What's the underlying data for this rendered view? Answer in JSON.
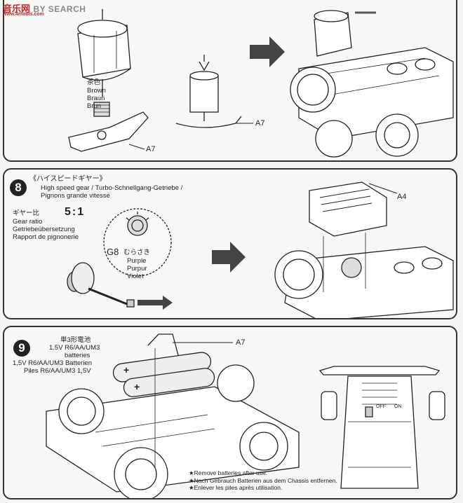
{
  "watermark": {
    "logo_text": "音乐网",
    "brand_suffix": "BY SEARCH",
    "url": "www.4mobis.com"
  },
  "step7": {
    "color_jp": "茶色",
    "color_en": "Brown",
    "color_de": "Braun",
    "color_fr": "Brun",
    "part_a7_left": "A7",
    "part_a7_mid": "A7"
  },
  "step8": {
    "number": "8",
    "title_jp": "《ハイスピードギヤー》",
    "title_line1": "High speed gear / Turbo-Schnellgang-Getriebe /",
    "title_line2": "Pignons grande vitesse",
    "ratio_jp": "ギヤー比",
    "ratio_value": "5:1",
    "ratio_en": "Gear ratio",
    "ratio_de": "Getriebeübersetzung",
    "ratio_fr": "Rapport de pignonerie",
    "gear_code": "G8",
    "gear_color_jp": "むらさき",
    "gear_color_en": "Purple",
    "gear_color_de": "Purpur",
    "gear_color_fr": "Violet",
    "part_a4": "A4"
  },
  "step9": {
    "number": "9",
    "battery_jp": "単3形電池",
    "battery_en1": "1.5V R6/AA/UM3",
    "battery_en2": "batteries",
    "battery_de": "1,5V R6/AA/UM3 Batterien",
    "battery_fr": "Piles R6/AA/UM3 1,5V",
    "part_a7": "A7",
    "switch_off": "OFF",
    "switch_on": "ON",
    "note_en": "★Remove batteries after use.",
    "note_de": "★Nach Gebrauch Batterien aus dem Chassis entfernen.",
    "note_fr": "★Enlever les piles après utilisation."
  }
}
